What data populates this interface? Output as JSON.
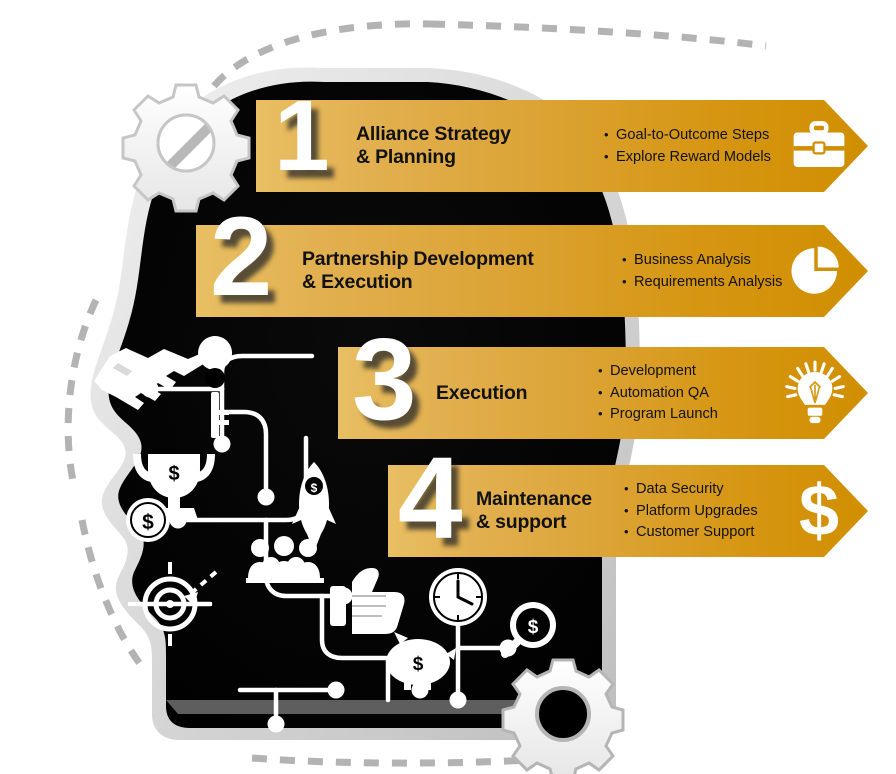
{
  "graphic": {
    "kind": "process-infographic",
    "shape": "human-head-profile",
    "accent_light": "#e8bf63",
    "accent_dark": "#d08e00",
    "silhouette_color": "#000000",
    "outline_color": "#d9d9d9",
    "icon_color": "#ffffff"
  },
  "steps": [
    {
      "number": "1",
      "title": "Alliance Strategy\n& Planning",
      "bullets": [
        "Goal-to-Outcome Steps",
        "Explore Reward Models"
      ],
      "icon": "briefcase-icon"
    },
    {
      "number": "2",
      "title": "Partnership Development\n& Execution",
      "bullets": [
        "Business Analysis",
        "Requirements Analysis"
      ],
      "icon": "pie-chart-icon"
    },
    {
      "number": "3",
      "title": "Execution",
      "bullets": [
        "Development",
        "Automation QA",
        "Program Launch"
      ],
      "icon": "lightbulb-icon"
    },
    {
      "number": "4",
      "title": "Maintenance\n& support",
      "bullets": [
        "Data Security",
        "Platform Upgrades",
        "Customer Support"
      ],
      "icon": "dollar-sign-icon"
    }
  ],
  "decorations": {
    "gears": [
      "gear-top-left-icon",
      "gear-bottom-right-icon"
    ],
    "dashed_arc": "dashed-orbit-arc",
    "head_icons": [
      "handshake-icon",
      "key-icon",
      "trophy-icon",
      "dollar-coin-icon",
      "rocket-icon",
      "team-group-icon",
      "target-icon",
      "thumbs-up-icon",
      "clock-icon",
      "piggy-bank-icon",
      "magnifier-dollar-icon"
    ]
  }
}
